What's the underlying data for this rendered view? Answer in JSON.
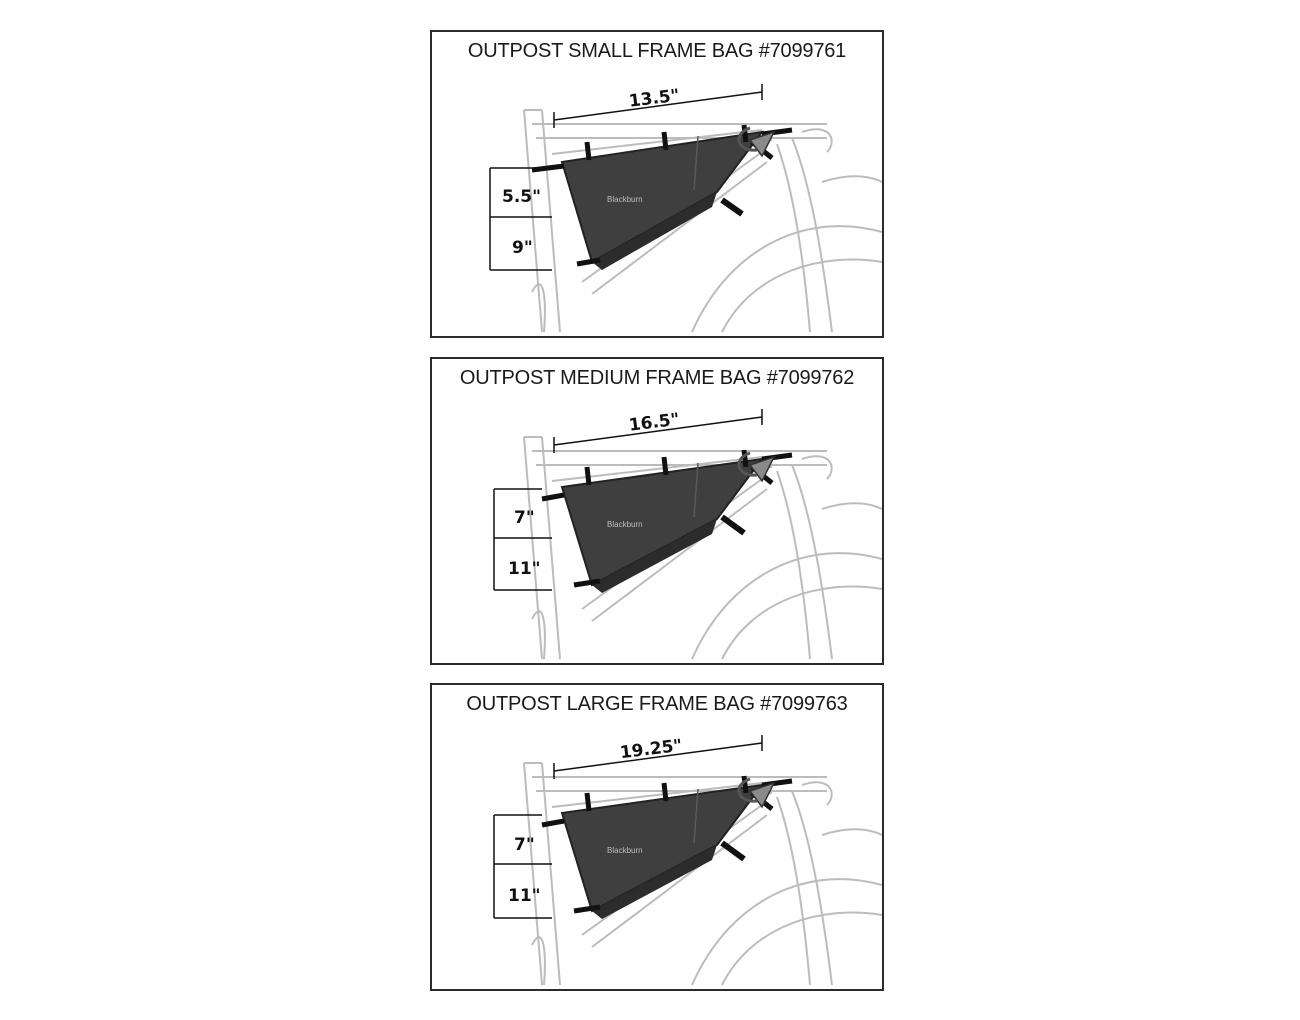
{
  "panels": [
    {
      "title": "OUTPOST SMALL FRAME BAG #7099761",
      "length": "13.5\"",
      "upper_height": "5.5\"",
      "lower_height": "9\"",
      "logo": "Blackburn"
    },
    {
      "title": "OUTPOST MEDIUM FRAME BAG #7099762",
      "length": "16.5\"",
      "upper_height": "7\"",
      "lower_height": "11\"",
      "logo": "Blackburn"
    },
    {
      "title": "OUTPOST LARGE FRAME BAG #7099763",
      "length": "19.25\"",
      "upper_height": "7\"",
      "lower_height": "11\"",
      "logo": "Blackburn"
    }
  ],
  "colors": {
    "bag": "#3f3f3f",
    "bag_dark": "#2c2c2c",
    "frame_line": "#b9b9b9",
    "border": "#2b2b2b"
  }
}
